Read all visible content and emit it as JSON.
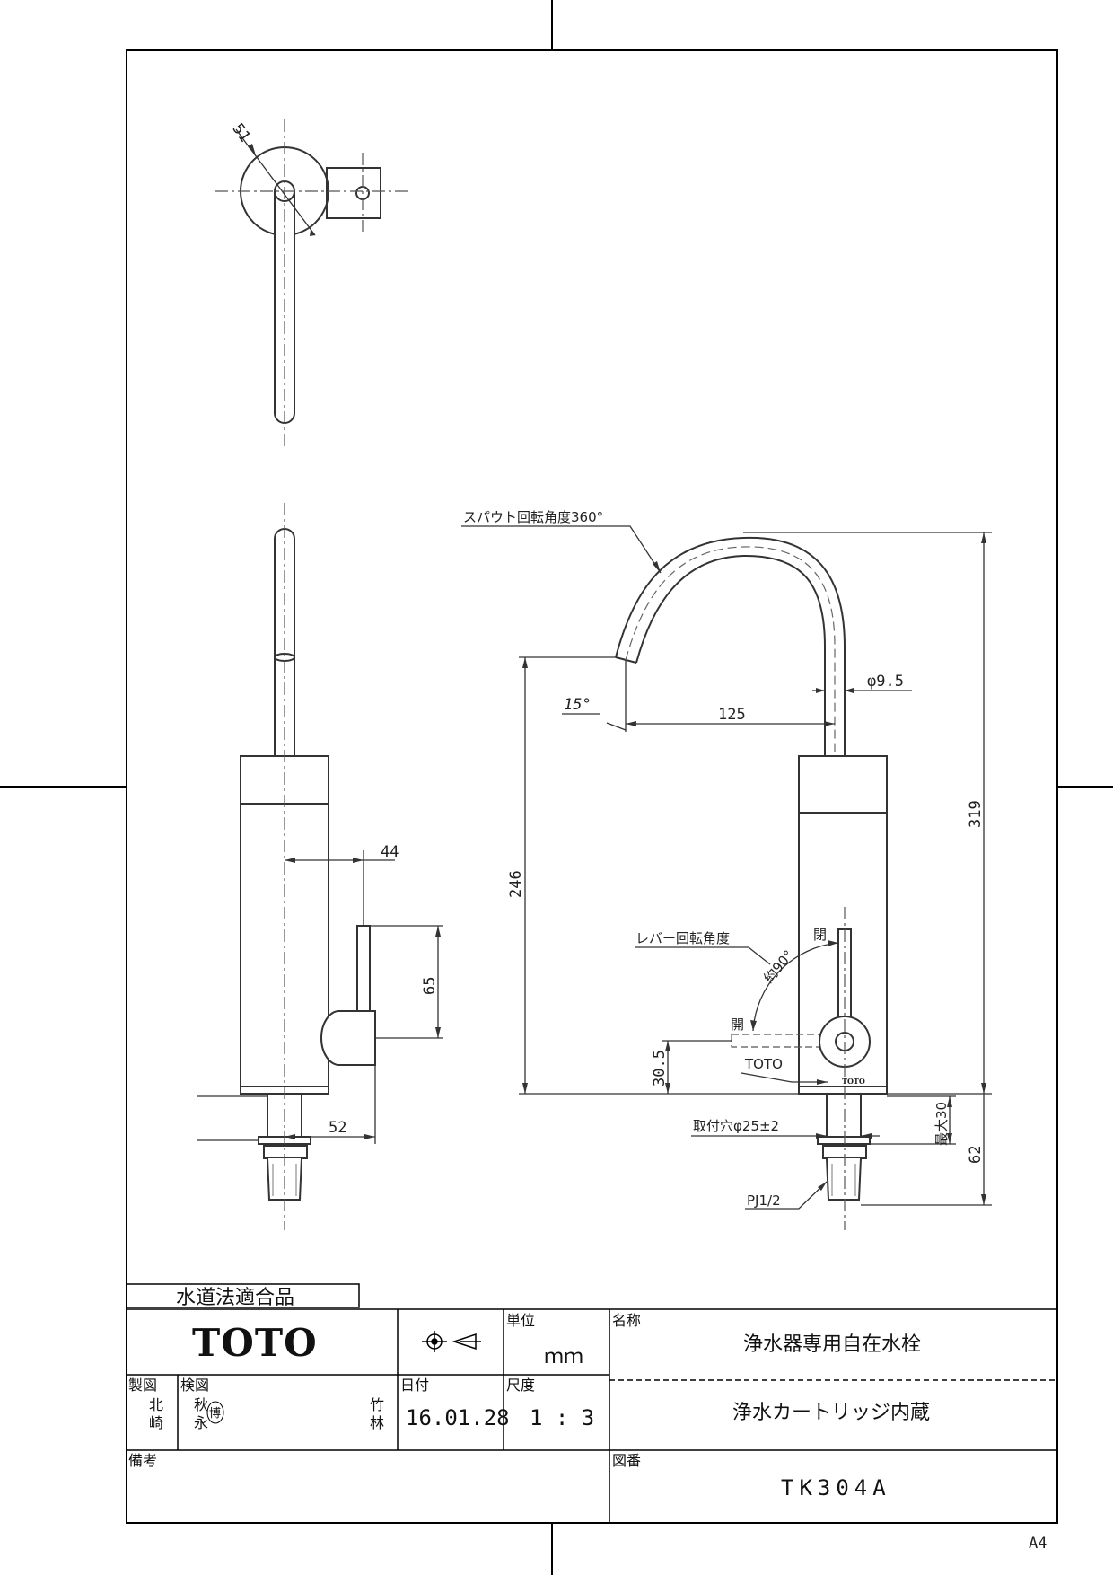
{
  "top_view": {
    "dim_diameter": "51"
  },
  "side_view": {
    "dim_lever_offset": "44",
    "dim_lever_length": "65",
    "dim_base_offset": "52"
  },
  "front_view": {
    "spout_rotation_label": "スパウト回転角度360°",
    "dim_pipe_diameter": "φ9.5",
    "dim_angle": "15°",
    "dim_reach": "125",
    "dim_height": "246",
    "dim_total_height": "319",
    "lever_rotation_label": "レバー回転角度",
    "lever_angle": "約90°",
    "label_closed": "閉",
    "label_open": "開",
    "label_brand": "TOTO",
    "dim_lever_height": "30.5",
    "mounting_hole": "取付穴φ25±2",
    "dim_max_thickness": "最大30",
    "dim_shank_length": "62",
    "thread_spec": "PJ1/2"
  },
  "title_block": {
    "certification": "水道法適合品",
    "company": "TOTO",
    "unit_label": "単位",
    "unit_value": "ｍｍ",
    "name_label": "名称",
    "product_name": "浄水器専用自在水栓",
    "product_subtitle": "浄水カートリッジ内蔵",
    "drawn_label": "製図",
    "drawn_by_1": "北",
    "drawn_by_2": "崎",
    "checked_label": "検図",
    "checked_by_a1": "秋",
    "checked_by_a2": "永",
    "checked_by_b1": "竹",
    "checked_by_b2": "林",
    "stamp_text": "博",
    "date_label": "日付",
    "date_value": "16.01.28",
    "scale_label": "尺度",
    "scale_value": "1 : 3",
    "remarks_label": "備考",
    "drawing_no_label": "図番",
    "drawing_no": "TK304A"
  },
  "paper_size": "A4"
}
